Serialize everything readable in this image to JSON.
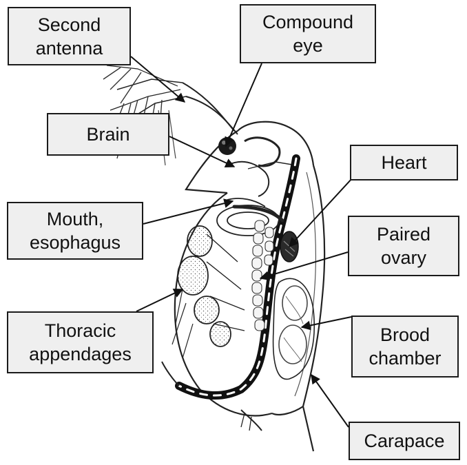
{
  "labels": {
    "second_antenna": "Second\nantenna",
    "compound_eye": "Compound\neye",
    "brain": "Brain",
    "mouth_esophagus": "Mouth,\nesophagus",
    "thoracic_appendages": "Thoracic\nappendages",
    "heart": "Heart",
    "paired_ovary": "Paired\novary",
    "brood_chamber": "Brood\nchamber",
    "carapace": "Carapace"
  },
  "colors": {
    "box_fill": "#efefef",
    "box_border": "#1a1a1a",
    "line": "#111111",
    "drawing_ink": "#222222",
    "drawing_shade": "#9a9a9a"
  }
}
